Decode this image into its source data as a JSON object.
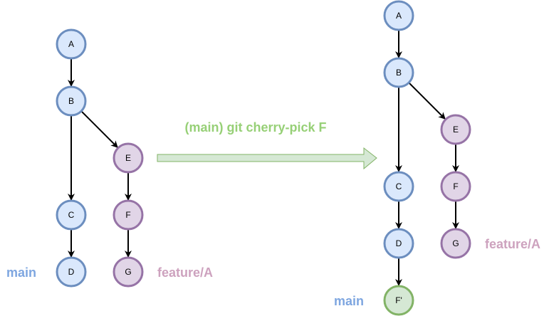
{
  "colors": {
    "main_fill": "#dae8fc",
    "main_stroke": "#6c8ebf",
    "feature_fill": "#e1d5e7",
    "feature_stroke": "#9673a6",
    "picked_fill": "#d5e8d4",
    "picked_stroke": "#82b366",
    "main_label": "#7ea6e0",
    "feature_label": "#cda2be",
    "command_text": "#97d077",
    "arrow_fill": "#d5e8d4",
    "arrow_stroke": "#82b366"
  },
  "command": "(main) git cherry-pick F",
  "before": {
    "nodes": [
      {
        "id": "A",
        "label": "A",
        "branch": "main"
      },
      {
        "id": "B",
        "label": "B",
        "branch": "main"
      },
      {
        "id": "C",
        "label": "C",
        "branch": "main"
      },
      {
        "id": "D",
        "label": "D",
        "branch": "main"
      },
      {
        "id": "E",
        "label": "E",
        "branch": "feature"
      },
      {
        "id": "F",
        "label": "F",
        "branch": "feature"
      },
      {
        "id": "G",
        "label": "G",
        "branch": "feature"
      }
    ],
    "edges": [
      [
        "A",
        "B"
      ],
      [
        "B",
        "C"
      ],
      [
        "C",
        "D"
      ],
      [
        "B",
        "E"
      ],
      [
        "E",
        "F"
      ],
      [
        "F",
        "G"
      ]
    ],
    "labels": {
      "main": "main",
      "feature": "feature/A"
    }
  },
  "after": {
    "nodes": [
      {
        "id": "A",
        "label": "A",
        "branch": "main"
      },
      {
        "id": "B",
        "label": "B",
        "branch": "main"
      },
      {
        "id": "C",
        "label": "C",
        "branch": "main"
      },
      {
        "id": "D",
        "label": "D",
        "branch": "main"
      },
      {
        "id": "F2",
        "label": "F'",
        "branch": "picked"
      },
      {
        "id": "E",
        "label": "E",
        "branch": "feature"
      },
      {
        "id": "F",
        "label": "F",
        "branch": "feature"
      },
      {
        "id": "G",
        "label": "G",
        "branch": "feature"
      }
    ],
    "edges": [
      [
        "A",
        "B"
      ],
      [
        "B",
        "C"
      ],
      [
        "C",
        "D"
      ],
      [
        "D",
        "F2"
      ],
      [
        "B",
        "E"
      ],
      [
        "E",
        "F"
      ],
      [
        "F",
        "G"
      ]
    ],
    "labels": {
      "main": "main",
      "feature": "feature/A"
    }
  }
}
